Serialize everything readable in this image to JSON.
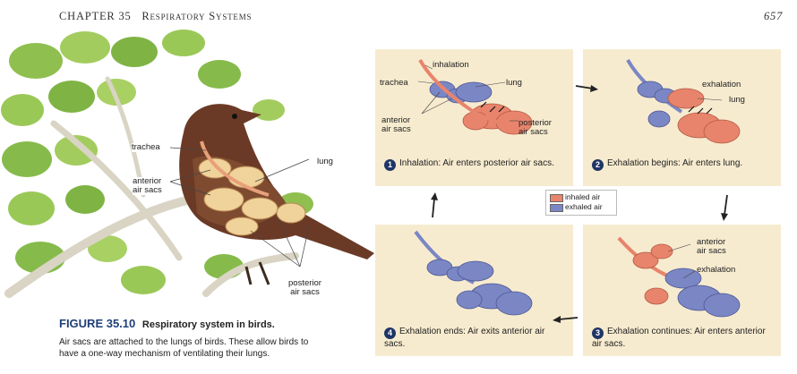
{
  "header": {
    "chapter": "CHAPTER 35",
    "section": "Respiratory Systems",
    "page_number": "657"
  },
  "bird_figure": {
    "labels": {
      "trachea": "trachea",
      "anterior_air_sacs": "anterior\nair sacs",
      "lung": "lung",
      "posterior_air_sacs": "posterior\nair sacs"
    }
  },
  "panels": [
    {
      "number": "1",
      "caption": "Inhalation: Air enters posterior air sacs.",
      "labels": {
        "inhalation": "inhalation",
        "trachea": "trachea",
        "lung": "lung",
        "anterior": "anterior\nair sacs",
        "posterior": "posterior\nair sacs"
      }
    },
    {
      "number": "2",
      "caption": "Exhalation begins: Air enters lung.",
      "labels": {
        "exhalation": "exhalation",
        "lung": "lung"
      }
    },
    {
      "number": "3",
      "caption": "Exhalation continues: Air enters anterior air sacs.",
      "labels": {
        "anterior": "anterior\nair sacs",
        "exhalation": "exhalation"
      }
    },
    {
      "number": "4",
      "caption": "Exhalation ends: Air exits anterior air sacs."
    }
  ],
  "legend": {
    "items": [
      {
        "label": "inhaled air",
        "color": "#e8846c"
      },
      {
        "label": "exhaled air",
        "color": "#7b86c4"
      }
    ]
  },
  "figure": {
    "number": "FIGURE 35.10",
    "title": "Respiratory system in birds.",
    "body": "Air sacs are attached to the lungs of birds. These allow birds to have a one-way mechanism of ventilating their lungs."
  },
  "colors": {
    "panel_bg": "#f7ebcf",
    "inhaled": "#e8846c",
    "exhaled": "#7b86c4",
    "figure_title": "#1f3f7a",
    "step_badge": "#1f3566"
  }
}
